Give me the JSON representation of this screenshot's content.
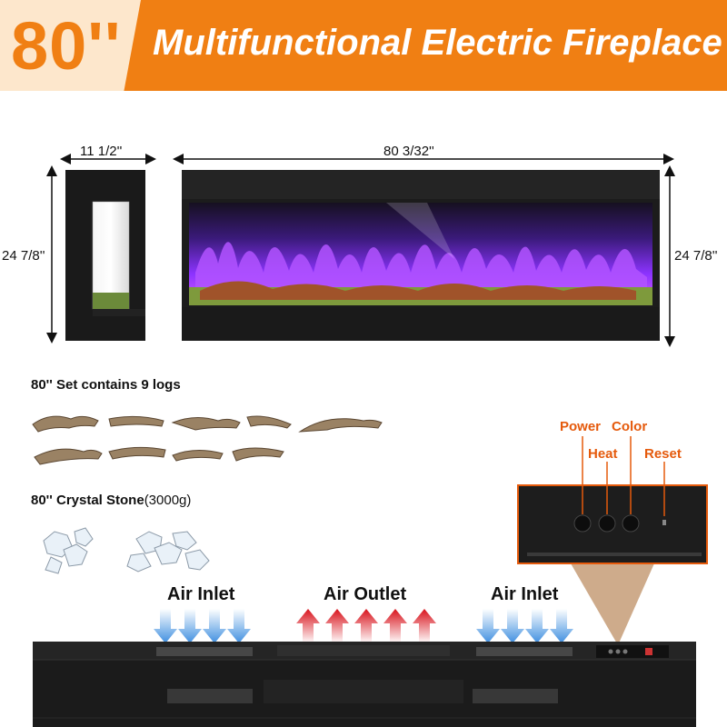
{
  "banner": {
    "size": "80''",
    "title": "Multifunctional Electric Fireplace"
  },
  "dimensions": {
    "side_width": "11 1/2''",
    "front_width": "80 3/32''",
    "height_left": "24 7/8''",
    "height_right": "24 7/8''"
  },
  "logs": {
    "title": "80'' Set contains 9 logs",
    "count": 9
  },
  "stones": {
    "title_bold": "80'' Crystal Stone",
    "title_normal": "(3000g)"
  },
  "controls": {
    "power": "Power",
    "color": "Color",
    "heat": "Heat",
    "reset": "Reset"
  },
  "airflow": {
    "inlet_left": "Air Inlet",
    "outlet": "Air Outlet",
    "inlet_right": "Air Inlet"
  },
  "colors": {
    "accent": "#f07f13",
    "callout": "#e55a0c",
    "inlet_arrow": "#5aa6e8",
    "outlet_arrow": "#d8121b",
    "flame": "#7b2cf0"
  }
}
